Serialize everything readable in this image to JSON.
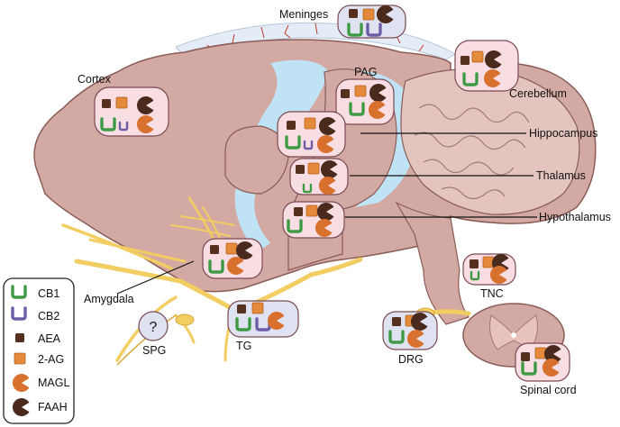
{
  "colors": {
    "brain": "#d3a9a3",
    "brain_stroke": "#8a5c57",
    "ventricle": "#bfe3f4",
    "meninges": "#e4ecf7",
    "vessel": "#c0392b",
    "nerve": "#f2cd62",
    "nerve_stroke": "#d9a93a",
    "box_pink": "#f8dde3",
    "box_blue": "#dfe3f1",
    "box_stroke": "#7a4a52",
    "cb1": "#3f9a45",
    "cb2": "#6e5ea8",
    "aea": "#55301e",
    "ag2": "#e48a3a",
    "magl": "#d9712e",
    "faah": "#4a2a1c"
  },
  "labels": {
    "meninges": "Meninges",
    "cortex": "Cortex",
    "pag": "PAG",
    "cerebellum": "Cerebellum",
    "hippocampus": "Hippocampus",
    "thalamus": "Thalamus",
    "hypothalamus": "Hypothalamus",
    "amygdala": "Amygdala",
    "tg": "TG",
    "spg": "SPG",
    "spg_unknown": "?",
    "tnc": "TNC",
    "drg": "DRG",
    "spinal_cord": "Spinal cord"
  },
  "legend": [
    {
      "icon": "cb1-receptor-icon",
      "label": "CB1"
    },
    {
      "icon": "cb2-receptor-icon",
      "label": "CB2"
    },
    {
      "icon": "aea-square-icon",
      "label": "AEA"
    },
    {
      "icon": "2ag-square-icon",
      "label": "2-AG"
    },
    {
      "icon": "magl-enzyme-icon",
      "label": "MAGL"
    },
    {
      "icon": "faah-enzyme-icon",
      "label": "FAAH"
    }
  ]
}
